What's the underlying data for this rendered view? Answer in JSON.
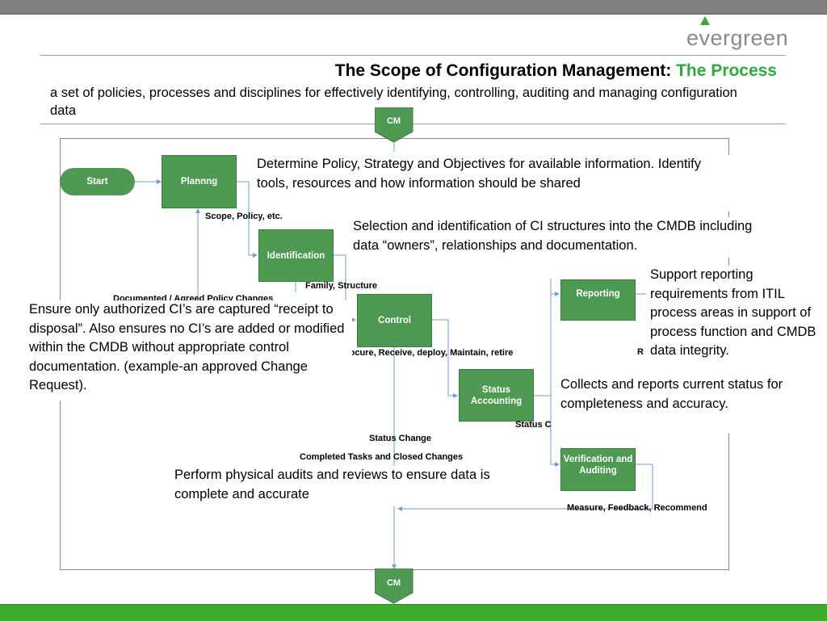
{
  "logo": {
    "text": "evergreen"
  },
  "title": {
    "main": "The Scope of Configuration Management: ",
    "highlight": "The Process"
  },
  "subtitle": "a set of policies, processes and disciplines for effectively identifying, controlling, auditing and managing configuration data",
  "nodes": {
    "cm_top": "CM",
    "start": "Start",
    "planning": "Plannng",
    "identification": "Identification",
    "control": "Control",
    "status_accounting": "Status Accounting",
    "reporting": "Reporting",
    "verification": "Verification and Auditing",
    "cm_bottom": "CM"
  },
  "edge_labels": {
    "scope_policy": "Scope, Policy, etc.",
    "family_structure": "Family, Structure",
    "procure": "Procure, Receive, deploy, Maintain, retire",
    "status_change": "Status Change",
    "status_change_partial": "Status C",
    "completed_tasks": "Completed Tasks and Closed Changes",
    "measure_feedback": "Measure, Feedback, Recommend",
    "approved_change_partial": "Documented / Agreed Policy Changes",
    "reporting_partial": "R"
  },
  "notes": {
    "planning": "Determine Policy, Strategy and Objectives for available information.  Identify tools, resources and how information should be shared",
    "identification": "Selection and identification of CI structures into the CMDB including data “owners”,  relationships and documentation.",
    "reporting": "Support reporting requirements from ITIL process areas in support of process function and CMDB data integrity.",
    "control": "Ensure only authorized CI’s are captured “receipt to disposal”. Also ensures no CI’s are added or modified within the CMDB without appropriate control documentation. (example-an approved Change Request).",
    "status": "Collects and reports current status for completeness and accuracy.",
    "verification": "Perform physical audits and reviews to ensure data is complete and accurate"
  },
  "colors": {
    "accent_green": "#2eab3c",
    "node_green": "#4f9a53",
    "connector_blue": "#6f9fd8",
    "footer_green": "#3dac2e"
  }
}
